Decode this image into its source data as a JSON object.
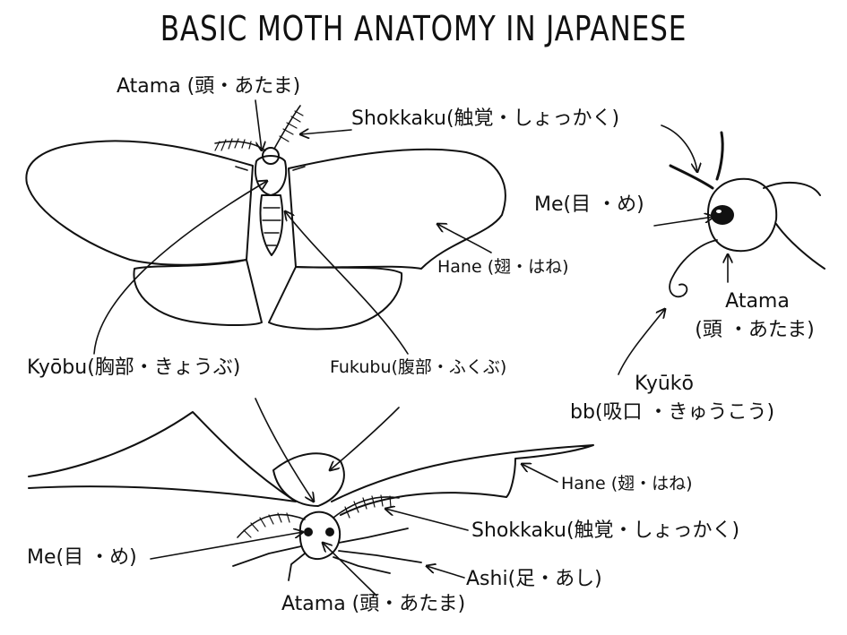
{
  "title": "BASIC MOTH ANATOMY IN JAPANESE",
  "colors": {
    "ink": "#111111",
    "background": "#ffffff"
  },
  "labels": {
    "top_atama": "Atama (頭・あたま)",
    "top_shokkaku": "Shokkaku(触覚・しょっかく)",
    "top_hane": "Hane (翅・はね)",
    "kyobu": "Kyōbu(胸部・きょうぶ)",
    "fukubu": "Fukubu(腹部・ふくぶ)",
    "side_me": "Me(目 ・め)",
    "side_atama_1": "Atama",
    "side_atama_2": "(頭 ・あたま)",
    "kyuko_1": "Kyūkō",
    "kyuko_2": "bb(吸口 ・きゅうこう)",
    "bottom_hane": "Hane (翅・はね)",
    "bottom_shokkaku": "Shokkaku(触覚・しょっかく)",
    "bottom_me": "Me(目 ・め)",
    "bottom_ashi": "Ashi(足・あし)",
    "bottom_atama": "Atama (頭・あたま)"
  }
}
